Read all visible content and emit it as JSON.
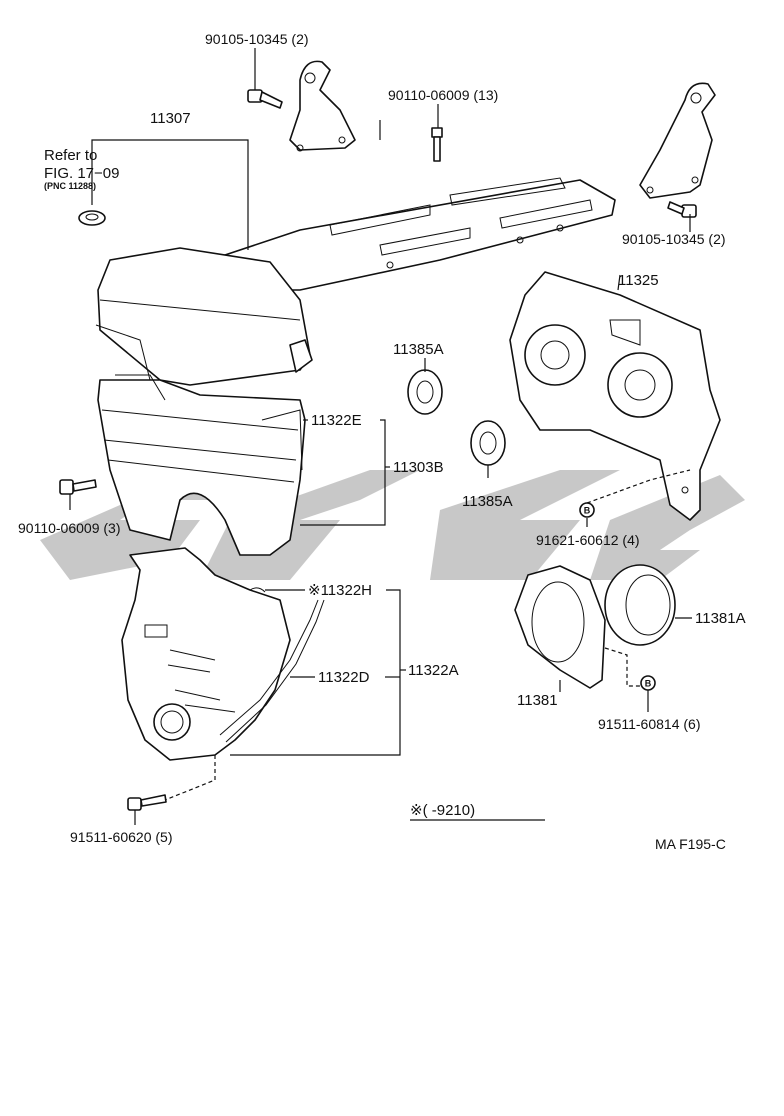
{
  "labels": {
    "bolt_top_left": "90105-10345 (2)",
    "bolt_top_center": "90110-06009 (13)",
    "bolt_top_right": "90105-10345 (2)",
    "cover_upper": "11307",
    "refer_line1": "Refer to",
    "refer_line2": "FIG. 17−09",
    "refer_pnc": "(PNC 11288)",
    "plate_rear": "11325",
    "seal_1": "11385A",
    "seal_2": "11385A",
    "gasket_e": "11322E",
    "cover_no2": "11303B",
    "bolt_left": "90110-06009 (3)",
    "bolt_rear_plate": "91621-60612 (4)",
    "gasket_h": "※11322H",
    "gasket_d": "11322D",
    "cover_no1": "11322A",
    "oil_seal": "11381A",
    "retainer": "11381",
    "bolt_retainer": "91511-60814 (6)",
    "bolt_bottom": "91511-60620 (5)",
    "footnote": "※(         -9210)",
    "figure_code": "MA F195-C",
    "b_marker_1": "B",
    "b_marker_2": "B"
  }
}
